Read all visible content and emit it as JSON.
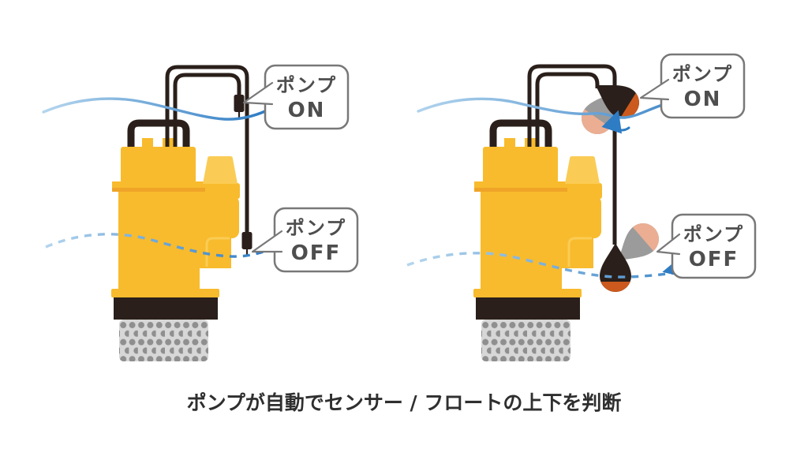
{
  "caption": "ポンプが自動でセンサー / フロートの上下を判断",
  "bubbles": {
    "left_on": {
      "line1": "ポンプ",
      "line2": "ON"
    },
    "left_off": {
      "line1": "ポンプ",
      "line2": "OFF"
    },
    "right_on": {
      "line1": "ポンプ",
      "line2": "ON"
    },
    "right_off": {
      "line1": "ポンプ",
      "line2": "OFF"
    }
  },
  "colors": {
    "pump_yellow": "#F8BB2D",
    "pump_yellow_light": "#FACC55",
    "flange_stripe": "#EFA428",
    "outline_black": "#2A1F1A",
    "strainer_gray": "#D7D7D7",
    "strainer_dot": "#8F8F8F",
    "water_blue": "#2E7CC4",
    "water_blue_light": "#B5D6EE",
    "float_orange": "#CC5A1E",
    "ghost_gray": "#9B9B9B",
    "ghost_salmon": "#EBAE93",
    "bubble_border": "#787878",
    "label_text": "#4E4E4E",
    "caption_text": "#2F2F2F"
  }
}
